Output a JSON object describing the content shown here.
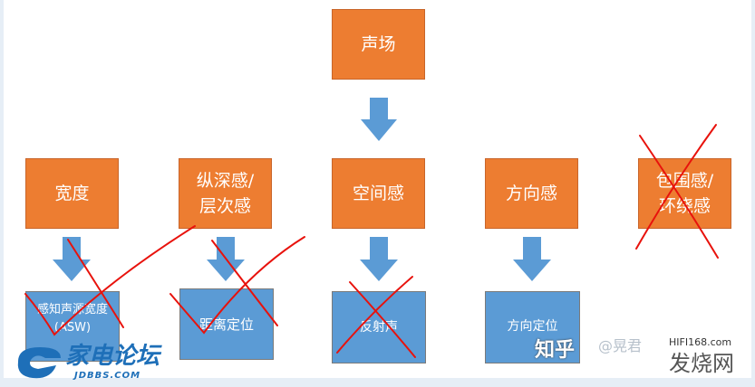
{
  "root": {
    "label": "声场"
  },
  "categories": [
    {
      "label": "宽度",
      "detail": "感知声源宽度 (ASW)",
      "crossed": true
    },
    {
      "label": "纵深感/ 层次感",
      "detail": "距离定位",
      "crossed": true
    },
    {
      "label": "空间感",
      "detail": "反射声",
      "crossed": true
    },
    {
      "label": "方向感",
      "detail": "方向定位",
      "crossed": false
    },
    {
      "label": "包围感/ 环绕感",
      "detail": null,
      "crossed": true
    }
  ],
  "watermarks": {
    "jdbbs_cn": "家电论坛",
    "jdbbs_en": "JDBBS.COM",
    "zhihu": "知乎",
    "author": "@晃君",
    "hifi_url": "HIFI168.com",
    "hifi_cn": "发烧网"
  },
  "colors": {
    "orange": "#ed7d31",
    "blue": "#5b9bd5",
    "arrow": "#5b9bd5",
    "cross": "#e8120c"
  }
}
